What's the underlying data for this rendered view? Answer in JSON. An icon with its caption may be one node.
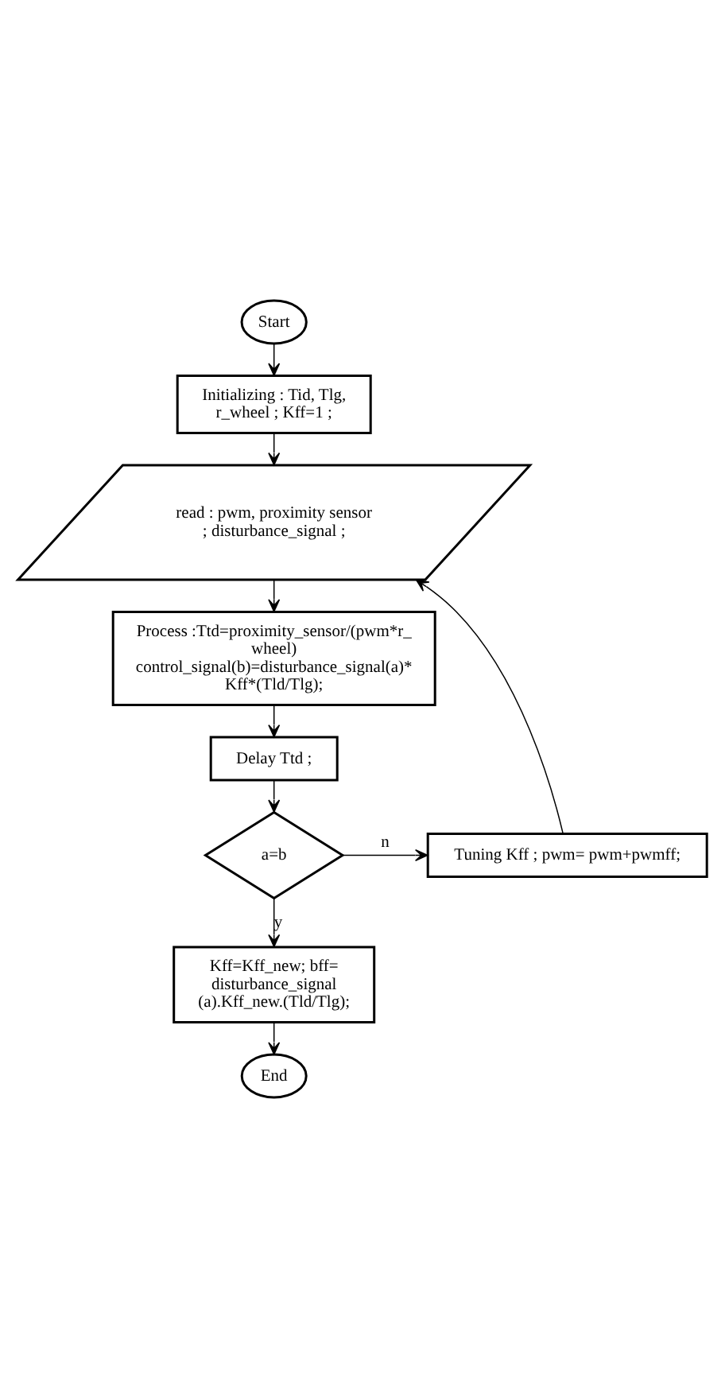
{
  "diagram": {
    "nodes": [
      {
        "text": [
          "Start"
        ]
      },
      {
        "text": [
          "Initializing : Tid, Tlg, r_wheel ; Kff=1 ;"
        ]
      },
      {
        "text": [
          "read : pwm, proximity sensor ; disturbance_signal ;"
        ]
      },
      {
        "text": [
          "Process :Ttd=proximity_sensor/(pwm*r_ wheel) control_signal(b)=disturbance_signal(a)* Kff*(Tld/Tlg);"
        ]
      },
      {
        "text": [
          "Delay Ttd ;"
        ]
      },
      {
        "text": [
          "a=b"
        ]
      },
      {
        "text": [
          "Tuning Kff ; pwm= pwm+pwmff;"
        ]
      },
      {
        "text": [
          "Kff=Kff_new; bff= disturbance_signal (a).Kff_new.(Tld/Tlg);"
        ]
      },
      {
        "text": [
          "End"
        ]
      }
    ],
    "edges": [
      {
        "from": 0,
        "to": 1,
        "arrow": "to"
      },
      {
        "from": 1,
        "to": 2,
        "arrow": "to"
      },
      {
        "from": 2,
        "to": 3,
        "arrow": "to"
      },
      {
        "from": 3,
        "to": 4,
        "arrow": "to"
      },
      {
        "from": 4,
        "to": 5,
        "arrow": "to"
      },
      {
        "from": 5,
        "to": 6,
        "arrow": "to",
        "label": "n"
      },
      {
        "from": 5,
        "to": 7,
        "arrow": "to",
        "label": "y"
      },
      {
        "from": 6,
        "to": 2,
        "arrow": "to"
      },
      {
        "from": 7,
        "to": 8,
        "arrow": "to"
      }
    ]
  }
}
